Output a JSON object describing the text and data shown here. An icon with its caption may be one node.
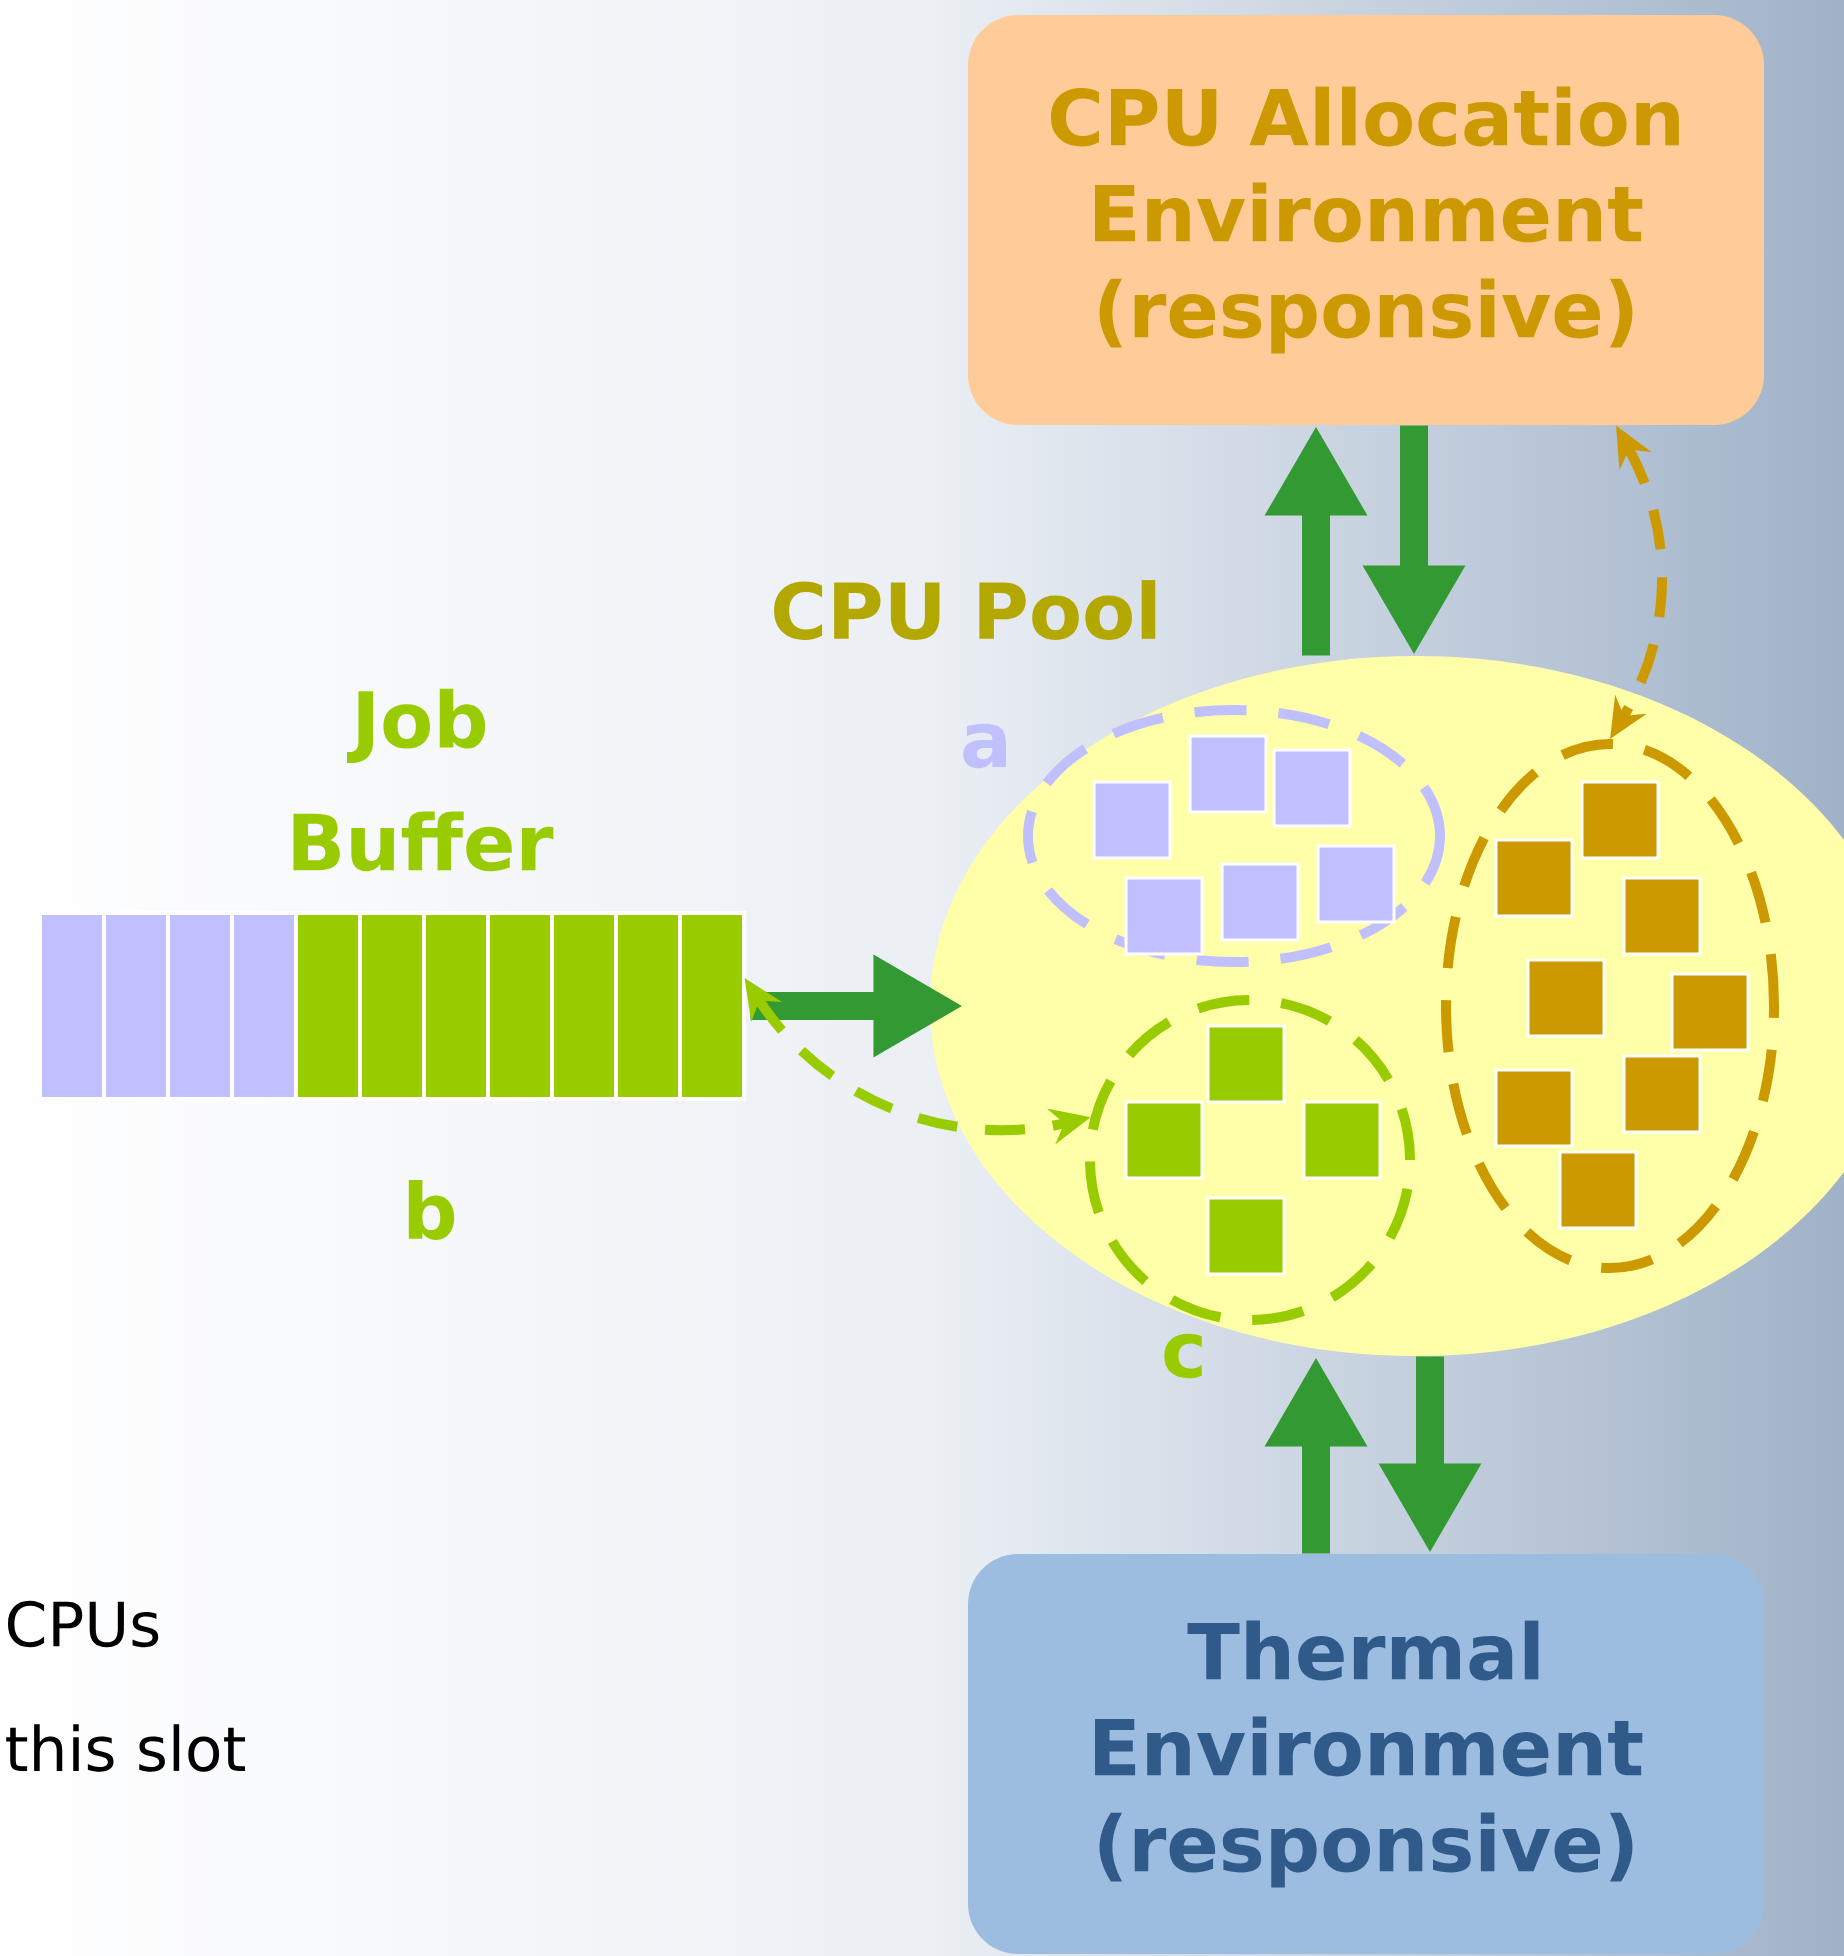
{
  "diagram": {
    "nodes": [
      {
        "text": [
          "CPU Allocation Environment (responsive)"
        ]
      },
      {
        "text": [
          "CPU Pool"
        ]
      },
      {
        "text": [
          "a"
        ],
        "in": 1
      },
      {
        "text": [],
        "shape": "circle",
        "in": 1
      },
      {
        "text": [
          "c"
        ],
        "in": 1
      },
      {
        "text": [
          "Job Buffer"
        ],
        "beside": [
          "b"
        ]
      },
      {
        "text": [
          "Thermal Environment (responsive)"
        ]
      }
    ],
    "edges": [
      {
        "from": 1,
        "to": 0,
        "arrow": "to"
      },
      {
        "from": 0,
        "to": 1,
        "arrow": "to"
      },
      {
        "from": 0,
        "to": 3,
        "arrow": "both",
        "style": "dashed",
        "color": "#cc9900"
      },
      {
        "from": 5,
        "to": 1,
        "arrow": "to"
      },
      {
        "from": 5,
        "to": 4,
        "arrow": "both",
        "style": "dashed",
        "color": "#99cc00"
      },
      {
        "from": 6,
        "to": 1,
        "arrow": "to"
      },
      {
        "from": 1,
        "to": 6,
        "arrow": "to"
      }
    ],
    "labels": [
      "CPUs",
      "this slot"
    ]
  }
}
